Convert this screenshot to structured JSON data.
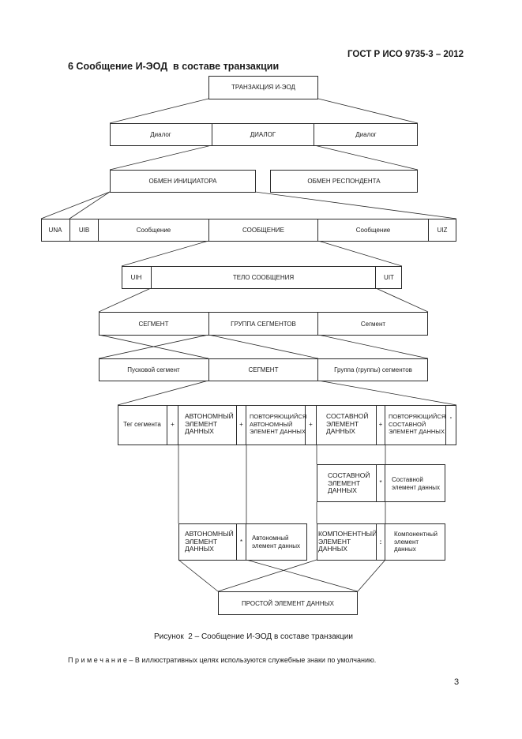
{
  "header": {
    "standard": "ГОСТ Р ИСО 9735-3 – 2012",
    "section_title": "6 Сообщение И-ЭОД  в составе транзакции"
  },
  "diagram": {
    "transaction": "ТРАНЗАКЦИЯ И-ЭОД",
    "dialog_left": "Диалог",
    "dialog_main": "ДИАЛОГ",
    "dialog_right": "Диалог",
    "exchange_initiator": "ОБМЕН ИНИЦИАТОРА",
    "exchange_respondent": "ОБМЕН РЕСПОНДЕНТА",
    "una": "UNA",
    "uib": "UIB",
    "message_left": "Сообщение",
    "message_main": "СООБЩЕНИЕ",
    "message_right": "Сообщение",
    "uiz": "UIZ",
    "uih": "UIH",
    "message_body": "ТЕЛО СООБЩЕНИЯ",
    "uit": "UIT",
    "segment_upper": "СЕГМЕНТ",
    "segment_group": "ГРУППА СЕГМЕНТОВ",
    "segment_right": "Сегмент",
    "start_segment": "Пусковой сегмент",
    "segment_main": "СЕГМЕНТ",
    "segment_groups": "Группа (группы) сегментов",
    "segment_tag": "Тег сегмента",
    "plus": "+",
    "auto_element": [
      "АВТОНОМНЫЙ",
      "ЭЛЕМЕНТ",
      "ДАННЫХ"
    ],
    "repeating_auto": [
      "ПОВТОРЯЮЩИЙСЯ",
      "АВТОНОМНЫЙ",
      "ЭЛЕМЕНТ ДАННЫХ"
    ],
    "composite_element": [
      "СОСТАВНОЙ",
      "ЭЛЕМЕНТ",
      "ДАННЫХ"
    ],
    "repeating_composite": [
      "ПОВТОРЯЮЩИЙСЯ",
      "СОСТАВНОЙ",
      "ЭЛЕМЕНТ ДАННЫХ"
    ],
    "apostrophe": "'",
    "composite_element_2": [
      "СОСТАВНОЙ",
      "ЭЛЕМЕНТ",
      "ДАННЫХ"
    ],
    "star": "*",
    "composite_small": [
      "Составной",
      "элемент данных"
    ],
    "auto_element_2": [
      "АВТОНОМНЫЙ",
      "ЭЛЕМЕНТ",
      "ДАННЫХ"
    ],
    "auto_small": [
      "Автономный",
      "элемент данных"
    ],
    "component_element": [
      "КОМПОНЕНТНЫЙ",
      "ЭЛЕМЕНТ",
      "ДАННЫХ"
    ],
    "colon": ":",
    "component_small": [
      "Компонентный",
      "элемент",
      "данных"
    ],
    "simple_element": "ПРОСТОЙ ЭЛЕМЕНТ ДАННЫХ"
  },
  "caption": "Рисунок  2 – Сообщение И-ЭОД в составе транзакции",
  "note_label": "П р и м е ч а н и е",
  "note_text": " – В иллюстративных целях используются служебные знаки по умолчанию.",
  "page_number": "3"
}
